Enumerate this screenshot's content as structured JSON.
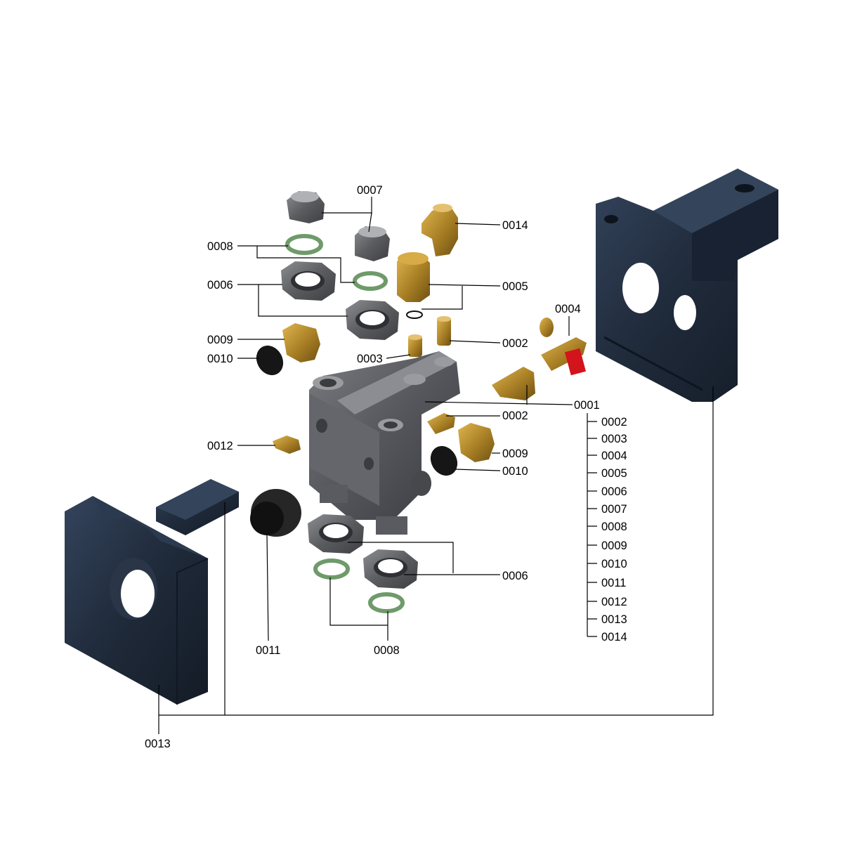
{
  "diagram": {
    "labels": {
      "p0007": "0007",
      "p0014": "0014",
      "p0008_top": "0008",
      "p0006_top": "0006",
      "p0005": "0005",
      "p0004": "0004",
      "p0009_left": "0009",
      "p0002_top": "0002",
      "p0010_left": "0010",
      "p0003": "0003",
      "p0001": "0001",
      "p0002_mid": "0002",
      "p0012": "0012",
      "p0009_right": "0009",
      "p0010_right": "0010",
      "p0006_bottom": "0006",
      "p0011": "0011",
      "p0008_bottom": "0008",
      "p0013": "0013"
    },
    "parts_list": [
      "0002",
      "0003",
      "0004",
      "0005",
      "0006",
      "0007",
      "0008",
      "0009",
      "0010",
      "0011",
      "0012",
      "0013",
      "0014"
    ],
    "colors": {
      "insulation": "#1d2736",
      "insulation_light": "#2c3a4f",
      "metal_grey": "#55565a",
      "metal_light": "#8a8b8f",
      "brass": "#a07a22",
      "brass_light": "#d7ab45",
      "gasket_green": "#6f9a6a",
      "gasket_black": "#161616",
      "valve_red": "#d3141d"
    }
  }
}
